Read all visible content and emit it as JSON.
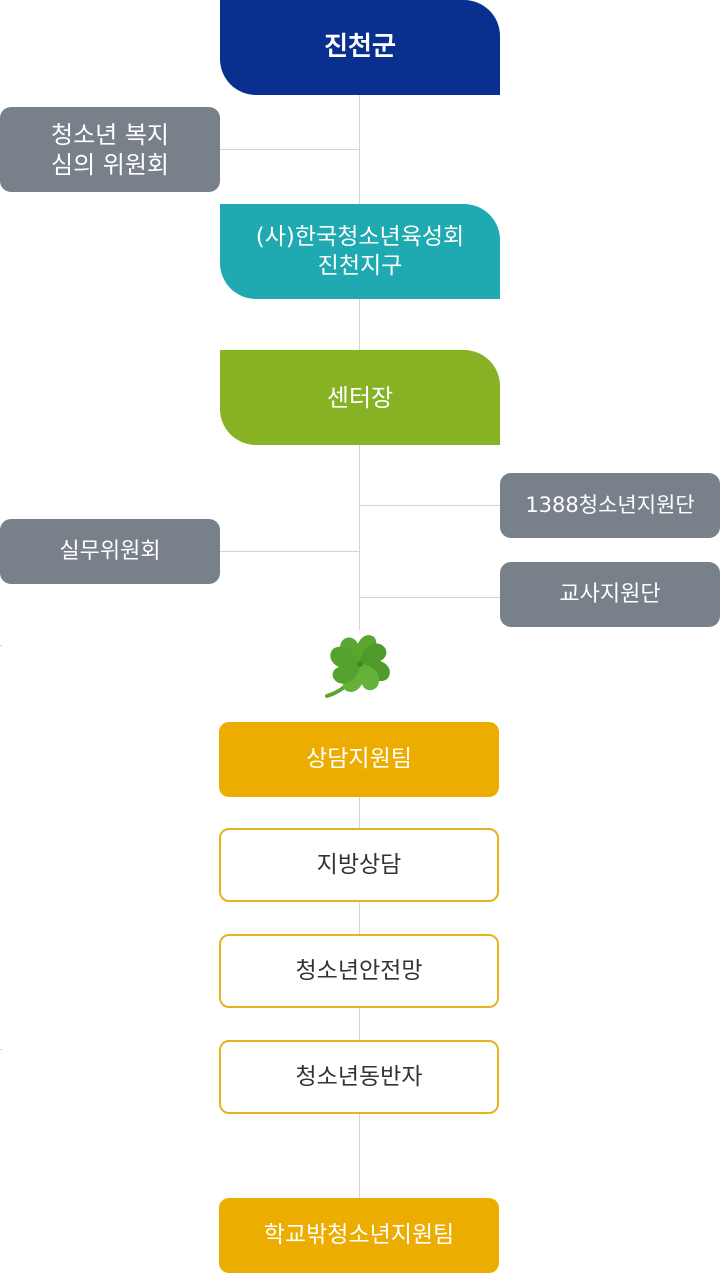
{
  "org": {
    "county": {
      "label": "진천군",
      "color": "#09308f"
    },
    "committee": {
      "line1": "청소년 복지",
      "line2": "심의 위원회"
    },
    "association": {
      "line1": "(사)한국청소년육성회",
      "line2": "진천지구",
      "color": "#1fa9b1"
    },
    "director": {
      "label": "센터장",
      "color": "#86b223"
    },
    "support_1388": {
      "label": "1388청소년지원단"
    },
    "working_committee": {
      "label": "실무위원회"
    },
    "teacher_support": {
      "label": "교사지원단"
    },
    "counseling_team": {
      "label": "상담지원팀",
      "color": "#ecac00"
    },
    "sub_teams": [
      {
        "label": "지방상담"
      },
      {
        "label": "청소년안전망"
      },
      {
        "label": "청소년동반자"
      }
    ],
    "outschool_team": {
      "label": "학교밖청소년지원팀"
    }
  },
  "icons": {
    "clover": "clover-icon"
  },
  "colors": {
    "side_box": "#788089",
    "line": "#d4d4d4",
    "team_border": "#eab11e"
  }
}
